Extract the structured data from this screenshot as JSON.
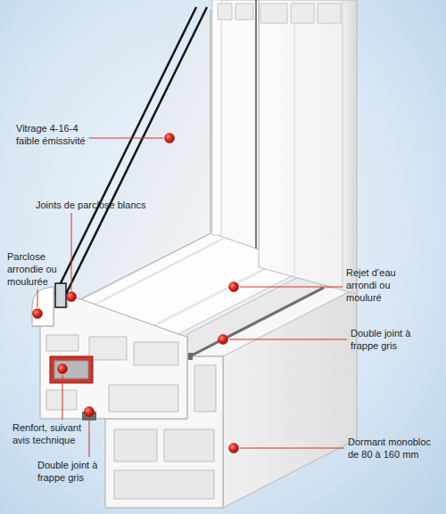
{
  "diagram": {
    "labels": [
      "Vitrage 4-16-4 faible émissivité",
      "Joints de parclose blancs",
      "Parclose arrondie ou moulurée",
      "Renfort, suivant avis technique",
      "Double joint à frappe gris",
      "Rejet d’eau arrondi ou mouluré",
      "Double joint à frappe gris",
      "Dormant monobloc de 80 à 160 mm"
    ]
  }
}
